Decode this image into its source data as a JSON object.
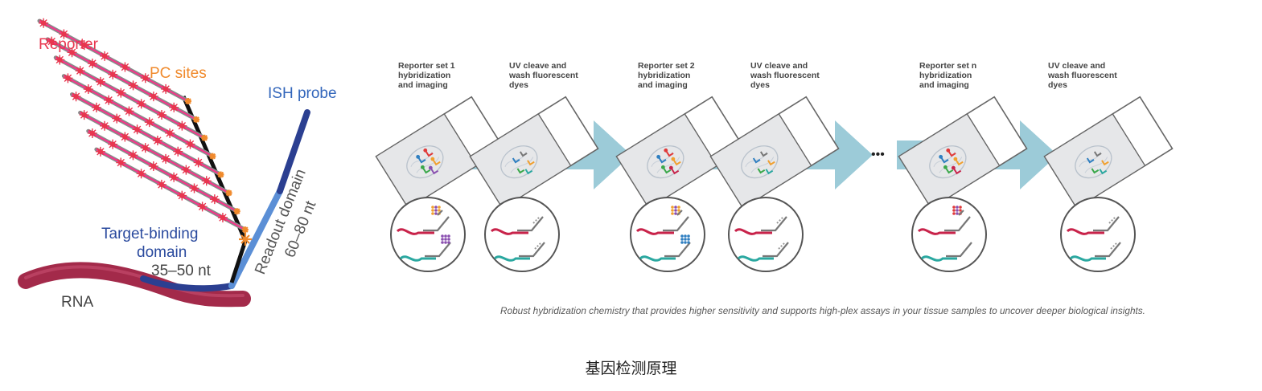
{
  "left_diagram": {
    "reporter": "Reporter",
    "pc_sites": "PC sites",
    "ish_probe": "ISH probe",
    "readout_domain": "Readout domain",
    "readout_length": "60–80 nt",
    "target_binding": "Target-binding",
    "domain": "domain",
    "target_length": "35–50 nt",
    "rna": "RNA",
    "colors": {
      "reporter": "#e8364f",
      "pc_sites": "#f08a2c",
      "ish_probe": "#3366bb",
      "target_binding": "#2a4a9e",
      "readout": "#555555",
      "rna": "#a32a4a",
      "probe_light": "#5b8fd6",
      "probe_dark": "#2b3f91"
    }
  },
  "workflow": {
    "steps": [
      {
        "line1": "Reporter set 1",
        "line2": "hybridization",
        "line3": "and imaging"
      },
      {
        "line1": "UV cleave and",
        "line2": "wash fluorescent",
        "line3": "dyes"
      },
      {
        "line1": "Reporter set 2",
        "line2": "hybridization",
        "line3": "and imaging"
      },
      {
        "line1": "UV cleave and",
        "line2": "wash fluorescent",
        "line3": "dyes"
      },
      {
        "line1": "Reporter set n",
        "line2": "hybridization",
        "line3": "and imaging"
      },
      {
        "line1": "UV cleave and",
        "line2": "wash fluorescent",
        "line3": "dyes"
      }
    ],
    "ellipsis": "•••",
    "tagline": "Robust hybridization chemistry that provides higher sensitivity and supports high-plex assays in your tissue samples to uncover deeper biological insights.",
    "colors": {
      "arrow": "#9ccbd8",
      "slide_edge": "#666666",
      "slide_fill": "#e6e7e9",
      "red_strand": "#c8234a",
      "teal_strand": "#2aa8a0"
    }
  },
  "caption": "基因检测原理"
}
